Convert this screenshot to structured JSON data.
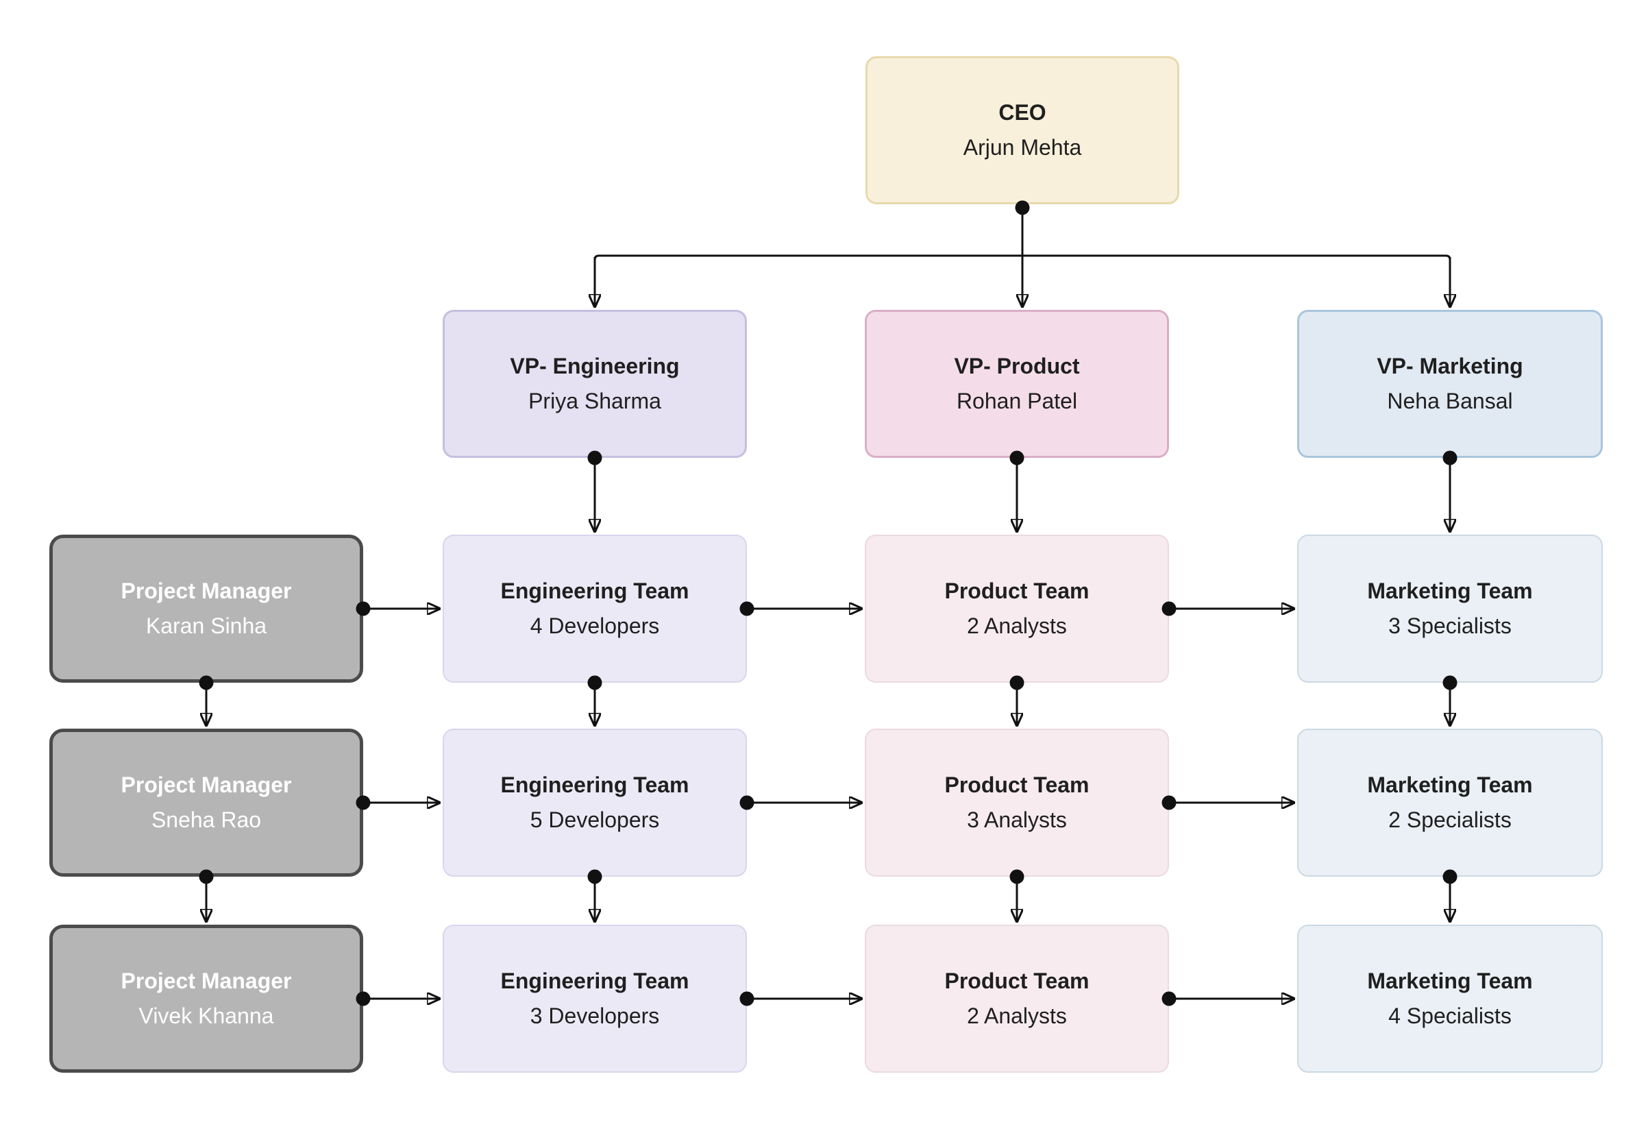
{
  "diagram_type": "org-chart-flowchart",
  "chart": {
    "ceo": {
      "title": "CEO",
      "name": "Arjun Mehta"
    },
    "vps": [
      {
        "title": "VP- Engineering",
        "name": "Priya Sharma"
      },
      {
        "title": "VP- Product",
        "name": "Rohan Patel"
      },
      {
        "title": "VP- Marketing",
        "name": "Neha Bansal"
      }
    ],
    "managers": [
      {
        "title": "Project Manager",
        "name": "Karan Sinha"
      },
      {
        "title": "Project Manager",
        "name": "Sneha Rao"
      },
      {
        "title": "Project Manager",
        "name": "Vivek Khanna"
      }
    ],
    "engineering_teams": [
      {
        "title": "Engineering Team",
        "subtitle": "4 Developers"
      },
      {
        "title": "Engineering Team",
        "subtitle": "5 Developers"
      },
      {
        "title": "Engineering Team",
        "subtitle": "3 Developers"
      }
    ],
    "product_teams": [
      {
        "title": "Product Team",
        "subtitle": "2 Analysts"
      },
      {
        "title": "Product Team",
        "subtitle": "3 Analysts"
      },
      {
        "title": "Product Team",
        "subtitle": "2 Analysts"
      }
    ],
    "marketing_teams": [
      {
        "title": "Marketing Team",
        "subtitle": "3 Specialists"
      },
      {
        "title": "Marketing Team",
        "subtitle": "2 Specialists"
      },
      {
        "title": "Marketing Team",
        "subtitle": "4 Specialists"
      }
    ]
  },
  "colors": {
    "ceo-bg": "#f8f0db",
    "ceo-border": "#e8d9ac",
    "vp-eng-bg": "#e5e0f2",
    "vp-eng-border": "#c6bfde",
    "team-eng-bg": "#ece9f6",
    "team-eng-border": "#dad5ec",
    "vp-prod-bg": "#f4dde8",
    "vp-prod-border": "#daaec6",
    "team-prod-bg": "#f7ebf0",
    "team-prod-border": "#ebdae2",
    "vp-mkt-bg": "#e1eaf2",
    "vp-mkt-border": "#aac5db",
    "team-mkt-bg": "#eaf0f5",
    "team-mkt-border": "#ccd9e4",
    "pm-bg": "#b5b5b5",
    "pm-border": "#4b4b4b",
    "pm-text": "#ffffff",
    "text": "#1f1f1f",
    "line": "#111111"
  }
}
